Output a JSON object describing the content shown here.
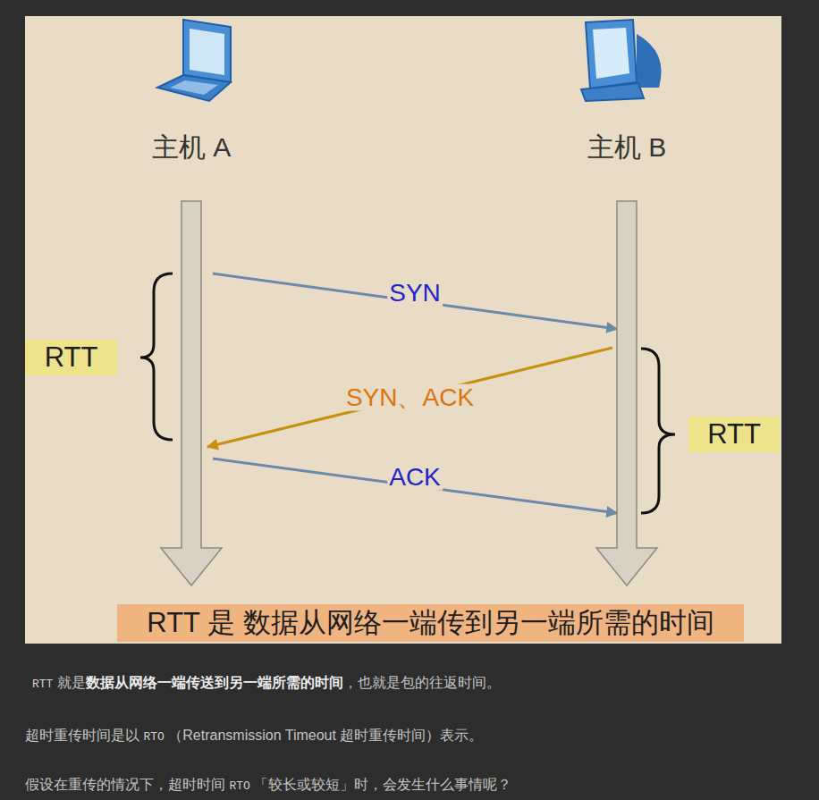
{
  "diagram": {
    "nodes": [
      {
        "text": [
          "主机 A"
        ]
      },
      {
        "text": [
          "主机 B"
        ]
      },
      {
        "text": [
          "RTT"
        ]
      },
      {
        "text": [
          "RTT"
        ]
      },
      {
        "text": [
          "RTT 是 数据从网络一端传到另一端所需的时间"
        ]
      }
    ],
    "edges": [
      {
        "from": 0,
        "to": 1,
        "label": "SYN",
        "arrow": "to"
      },
      {
        "from": 1,
        "to": 0,
        "label": "SYN、ACK",
        "arrow": "to"
      },
      {
        "from": 0,
        "to": 1,
        "label": "ACK",
        "arrow": "to"
      }
    ],
    "labels": [
      "RTT",
      " 就是",
      "数据从网络一端传送到另一端所需的时间",
      "，也就是包的往返时间。",
      "超时重传时间是以 ",
      "RTO",
      " （Retransmission Timeout 超时重传时间）表示。",
      "假设在重传的情况下，超时时间 ",
      "RTO",
      " 「较长或较短」时，会发生什么事情呢？"
    ]
  }
}
